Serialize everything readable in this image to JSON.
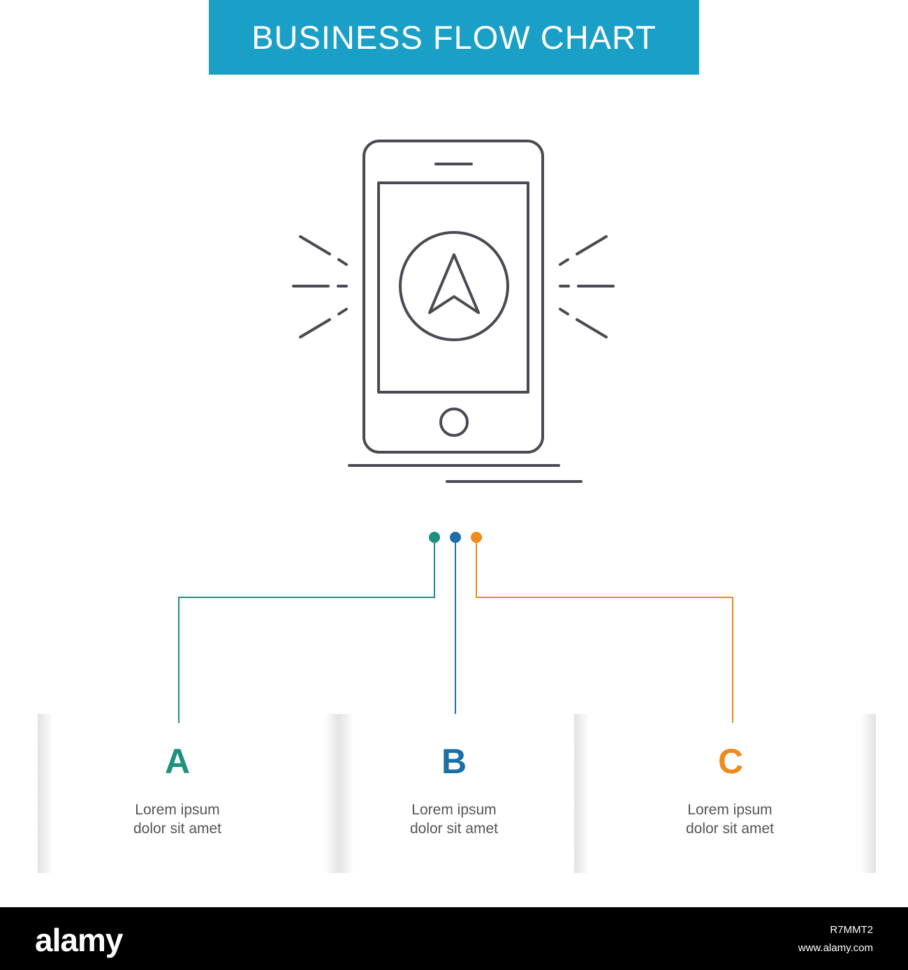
{
  "banner": {
    "title": "BUSINESS FLOW CHART",
    "color": "#1a9fc6"
  },
  "hero": {
    "icon": "mobile-navigation-icon"
  },
  "steps": [
    {
      "letter": "A",
      "line1": "Lorem ipsum",
      "line2": "dolor sit amet",
      "color": "#1f8f7e"
    },
    {
      "letter": "B",
      "line1": "Lorem ipsum",
      "line2": "dolor sit amet",
      "color": "#1a6fa8"
    },
    {
      "letter": "C",
      "line1": "Lorem ipsum",
      "line2": "dolor sit amet",
      "color": "#f08a1d"
    }
  ],
  "footer": {
    "logo": "alamy",
    "image_id": "R7MMT2",
    "url": "www.alamy.com"
  }
}
